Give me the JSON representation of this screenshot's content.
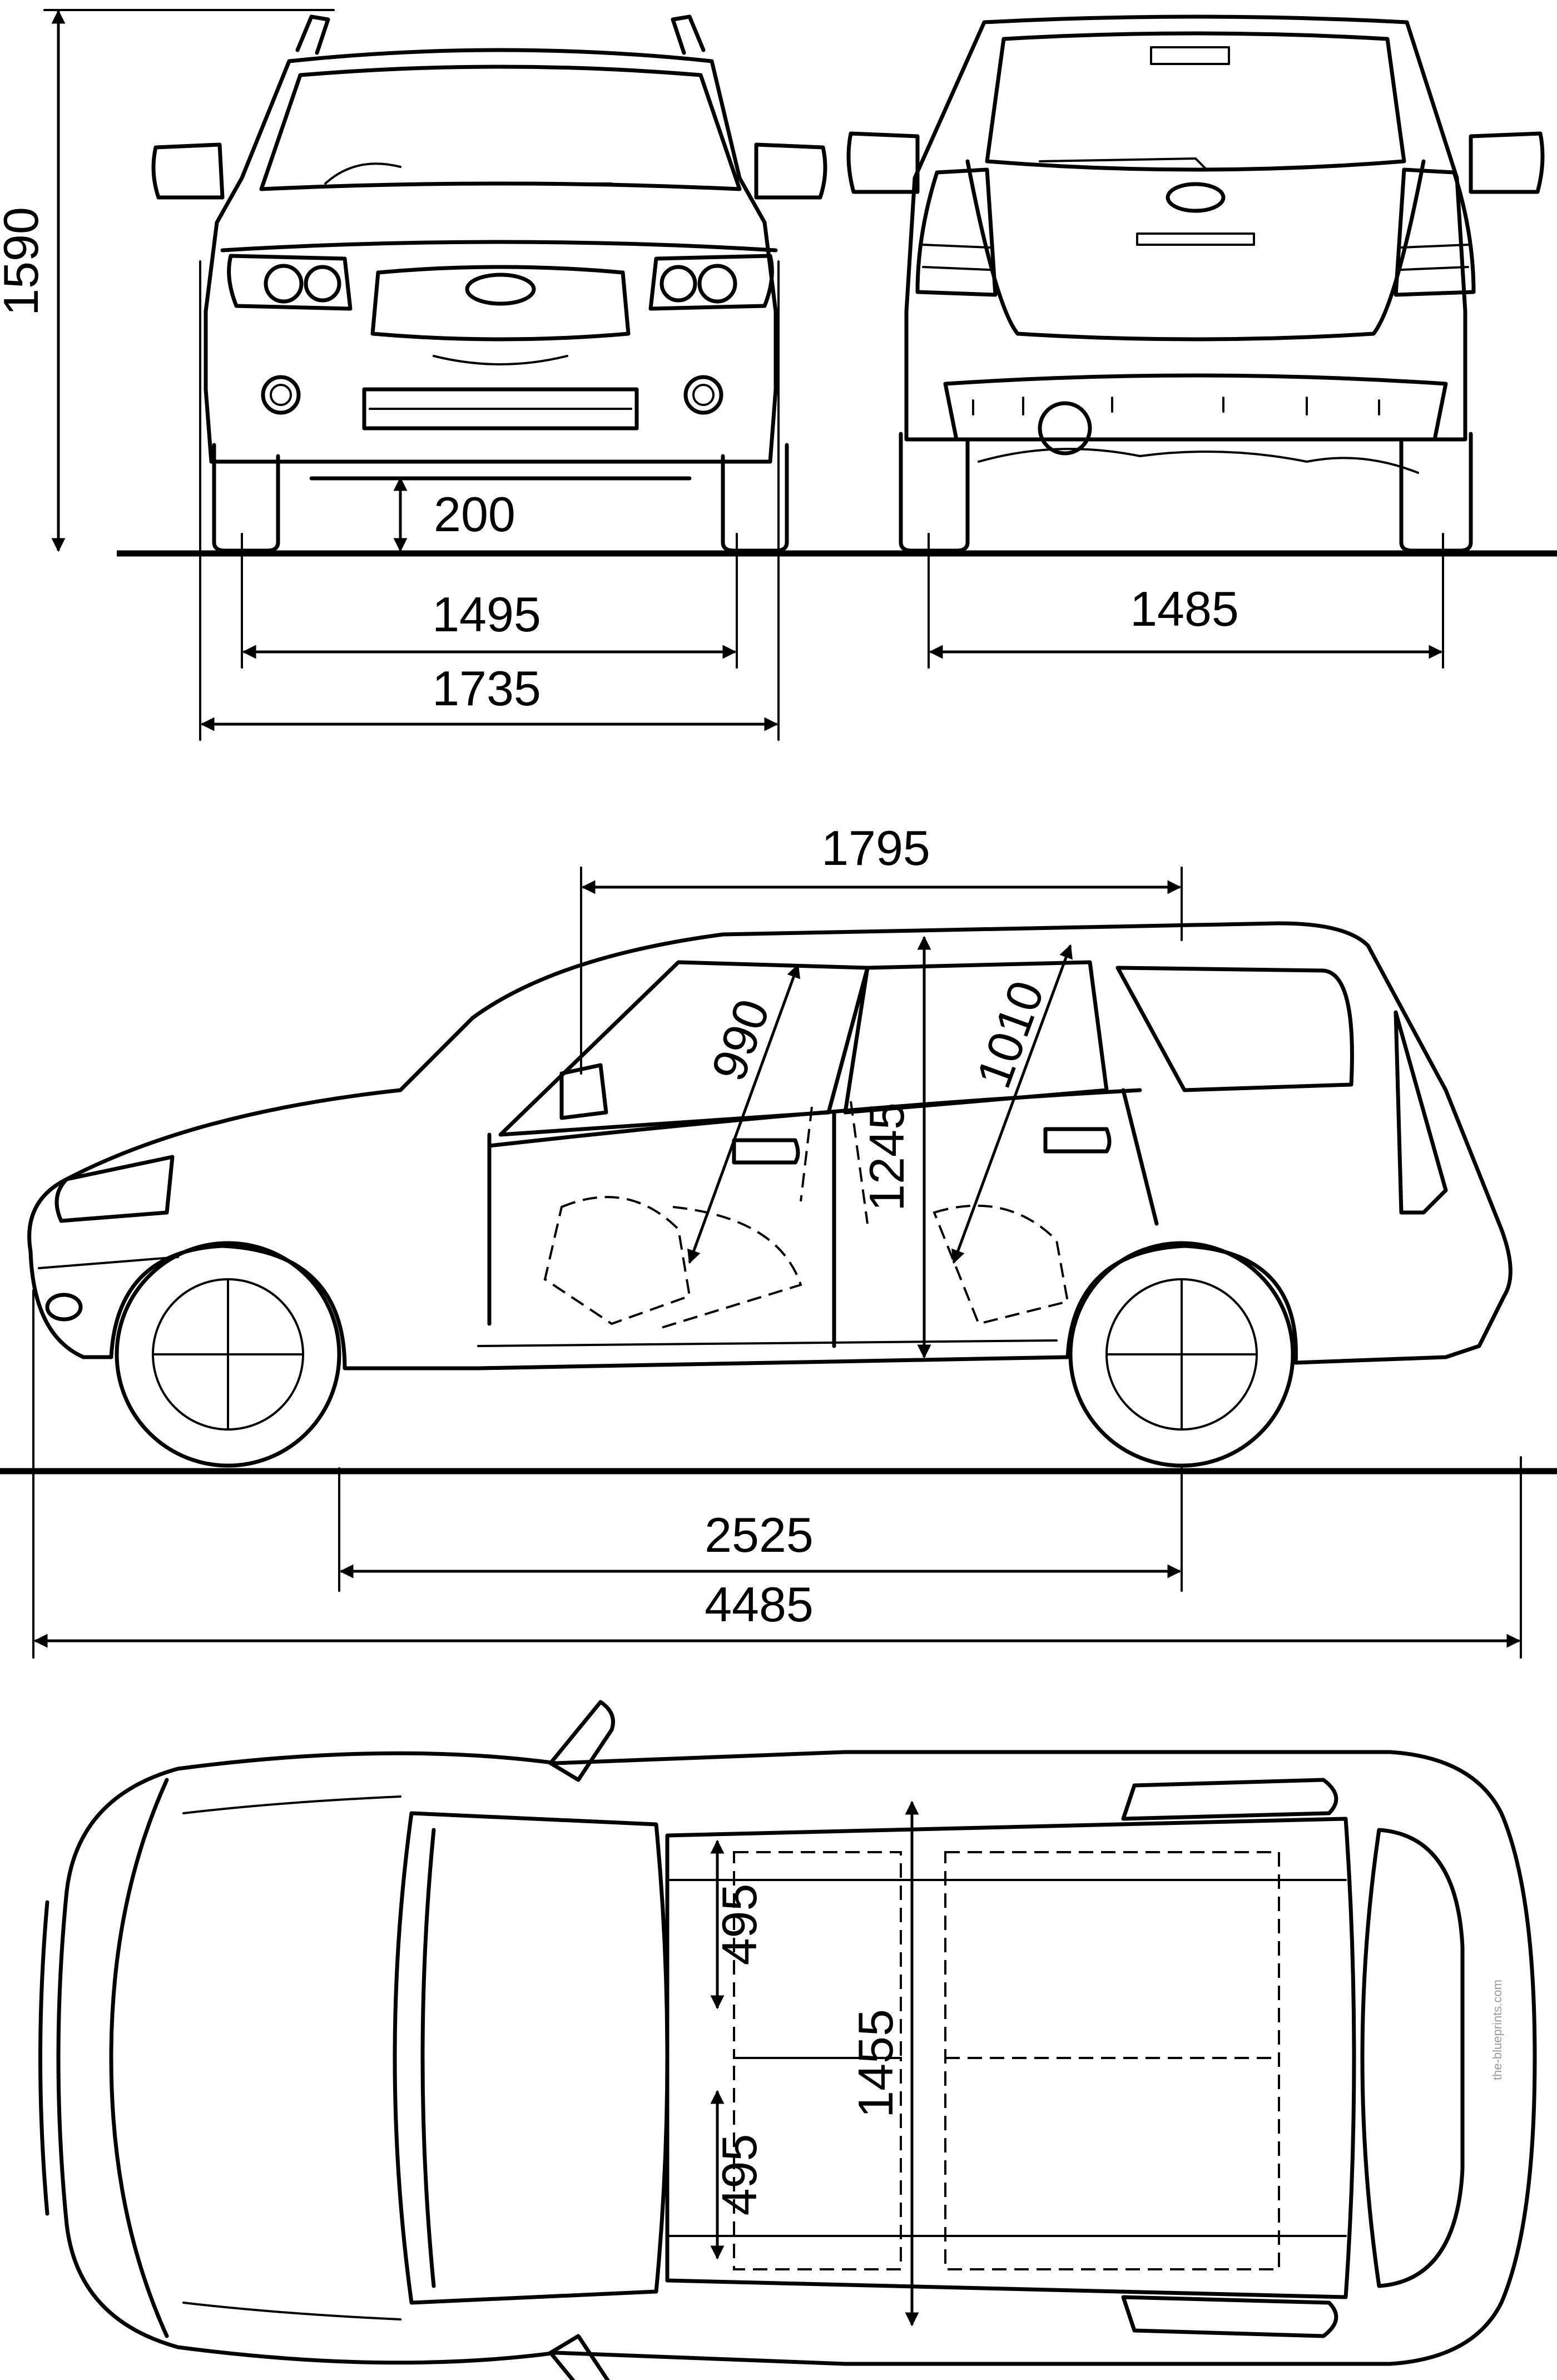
{
  "dimensions": {
    "height": "1590",
    "ground_clearance": "200",
    "front_track": "1495",
    "width": "1735",
    "rear_track": "1485",
    "roof_length": "1795",
    "front_seat_height": "990",
    "rear_seat_height": "1010",
    "interior_height": "1245",
    "wheelbase": "2525",
    "length": "4485",
    "front_seat_width_left": "495",
    "front_seat_width_right": "495",
    "interior_width": "1455"
  },
  "credit": "the-blueprints.com",
  "colors": {
    "line": "#000000",
    "background": "#ffffff"
  }
}
